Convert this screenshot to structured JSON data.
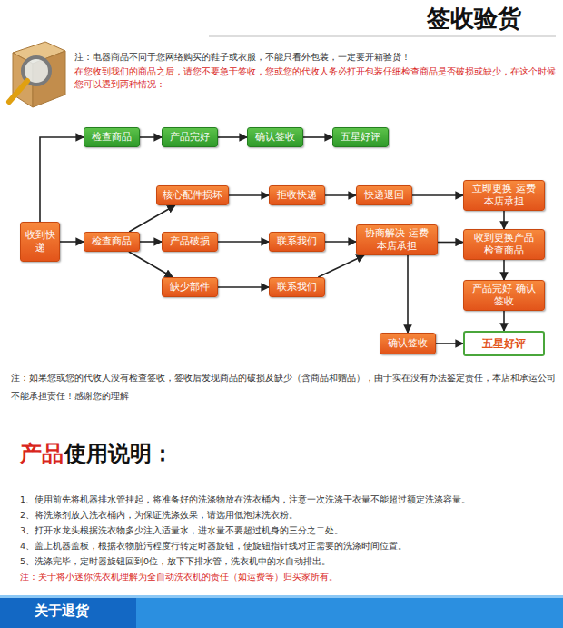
{
  "diagram": {
    "title": "签收验货",
    "nodes": [
      {
        "text": [
          "检查商品"
        ]
      },
      {
        "text": [
          "产品完好"
        ]
      },
      {
        "text": [
          "确认签收"
        ]
      },
      {
        "text": [
          "五星好评"
        ]
      },
      {
        "text": [
          "核心配件损坏"
        ]
      },
      {
        "text": [
          "拒收快递"
        ]
      },
      {
        "text": [
          "快递退回"
        ]
      },
      {
        "text": [
          "立即更换 运费本店承担"
        ]
      },
      {
        "text": [
          "收到快递"
        ]
      },
      {
        "text": [
          "检查商品"
        ]
      },
      {
        "text": [
          "产品破损"
        ]
      },
      {
        "text": [
          "联系我们"
        ]
      },
      {
        "text": [
          "协商解决 运费本店承担"
        ]
      },
      {
        "text": [
          "收到更换产品 检查商品"
        ]
      },
      {
        "text": [
          "缺少部件"
        ]
      },
      {
        "text": [
          "联系我们"
        ]
      },
      {
        "text": [
          "产品完好 确认签收"
        ]
      },
      {
        "text": [
          "确认签收"
        ]
      },
      {
        "text": [
          "五星好评"
        ]
      }
    ],
    "edges": [
      {
        "from": 8,
        "to": 0,
        "arrow": "to"
      },
      {
        "from": 0,
        "to": 1,
        "arrow": "to"
      },
      {
        "from": 1,
        "to": 2,
        "arrow": "to"
      },
      {
        "from": 2,
        "to": 3,
        "arrow": "to"
      },
      {
        "from": 8,
        "to": 9,
        "arrow": "to"
      },
      {
        "from": 9,
        "to": 4,
        "arrow": "to"
      },
      {
        "from": 9,
        "to": 10,
        "arrow": "to"
      },
      {
        "from": 9,
        "to": 14,
        "arrow": "to"
      },
      {
        "from": 4,
        "to": 5,
        "arrow": "to"
      },
      {
        "from": 5,
        "to": 6,
        "arrow": "to"
      },
      {
        "from": 6,
        "to": 7,
        "arrow": "to"
      },
      {
        "from": 10,
        "to": 11,
        "arrow": "to"
      },
      {
        "from": 11,
        "to": 12,
        "arrow": "to"
      },
      {
        "from": 14,
        "to": 15,
        "arrow": "to"
      },
      {
        "from": 15,
        "to": 12,
        "arrow": "to"
      },
      {
        "from": 7,
        "to": 13,
        "arrow": "to"
      },
      {
        "from": 12,
        "to": 13,
        "arrow": "to"
      },
      {
        "from": 13,
        "to": 16,
        "arrow": "to"
      },
      {
        "from": 16,
        "to": 18,
        "arrow": "to"
      },
      {
        "from": 12,
        "to": 17,
        "arrow": "to"
      },
      {
        "from": 17,
        "to": 18,
        "arrow": "to"
      }
    ],
    "labels": [
      "注：电器商品不同于您网络购买的鞋子或衣服，不能只看外包装，一定要开箱验货！",
      "在您收到我们的商品之后，请您不要急于签收，您或您的代收人务必打开包装仔细检查商品是否破损或缺少，在这个时候您可以遇到两种情况：",
      "注：如果您或您的代收人没有检查签收，签收后发现商品的破损及缺少（含商品和赠品），由于实在没有办法鉴定责任，本店和承运公司不能承担责任！感谢您的理解",
      "产品",
      "使用说明：",
      "1、使用前先将机器排水管挂起，将准备好的洗涤物放在洗衣桶内，注意一次洗涤干衣量不能超过额定洗涤容量。",
      "2、将洗涤剂放入洗衣桶内，为保证洗涤效果，请选用低泡沫洗衣粉。",
      "3、打开水龙头根据洗衣物多少注入适量水，进水量不要超过机身的三分之二处。",
      "4、盖上机器盖板，根据衣物脏污程度行转定时器旋钮，使旋钮指针线对正需要的洗涤时间位置。",
      "5、洗涤完毕，定时器旋钮回到0位，放下下排水管，洗衣机中的水自动排出。",
      "注：关于将小迷你洗衣机理解为全自动洗衣机的责任（如运费等）归买家所有。",
      "关于退货"
    ]
  }
}
